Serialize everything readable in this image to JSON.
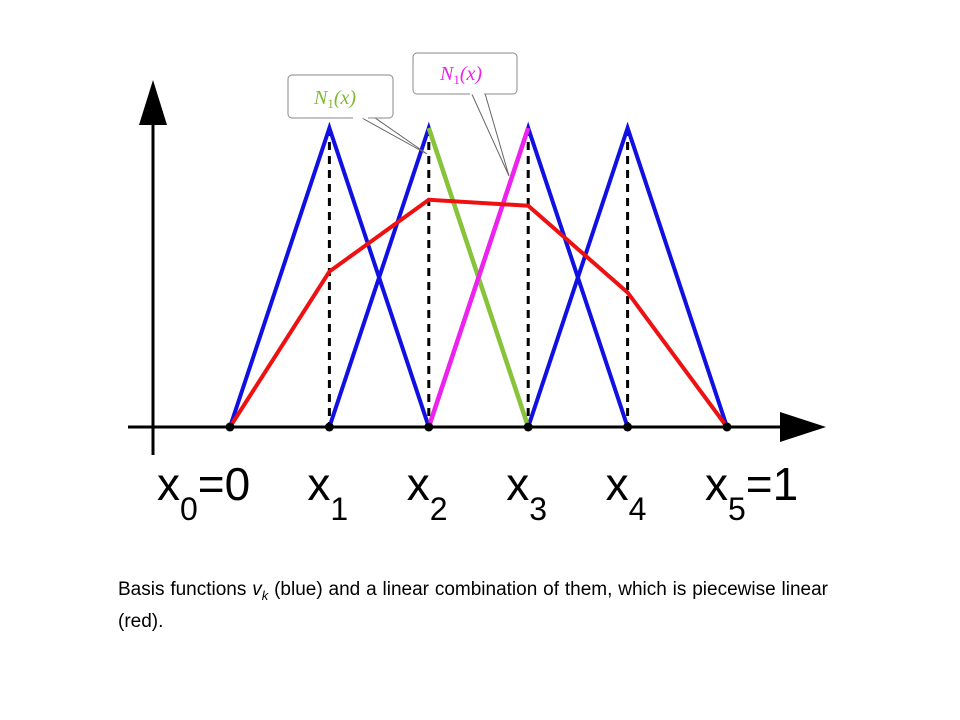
{
  "diagram": {
    "nodes": [
      {
        "id": "x0",
        "letter": "x",
        "sub": "0",
        "suffix": "=0"
      },
      {
        "id": "x1",
        "letter": "x",
        "sub": "1",
        "suffix": ""
      },
      {
        "id": "x2",
        "letter": "x",
        "sub": "2",
        "suffix": ""
      },
      {
        "id": "x3",
        "letter": "x",
        "sub": "3",
        "suffix": ""
      },
      {
        "id": "x4",
        "letter": "x",
        "sub": "4",
        "suffix": ""
      },
      {
        "id": "x5",
        "letter": "x",
        "sub": "5",
        "suffix": "=1"
      }
    ],
    "red_combination_values": [
      0,
      0.52,
      0.76,
      0.74,
      0.45,
      0
    ],
    "colors": {
      "basis": "#1010e0",
      "combination": "#ee1111",
      "highlight_green": "#88c43a",
      "highlight_magenta": "#ee22ee",
      "axis": "#000000"
    },
    "callouts": [
      {
        "id": "green",
        "letter": "N",
        "sub": "1",
        "arg": "(x)",
        "color": "#7dbb2e"
      },
      {
        "id": "magenta",
        "letter": "N",
        "sub": "1",
        "arg": "(x)",
        "color": "#ee22ee"
      }
    ]
  },
  "caption": {
    "before": "Basis functions ",
    "var": "v",
    "var_sub": "k",
    "after": " (blue) and a linear combination of them, which is piecewise linear (red)."
  }
}
